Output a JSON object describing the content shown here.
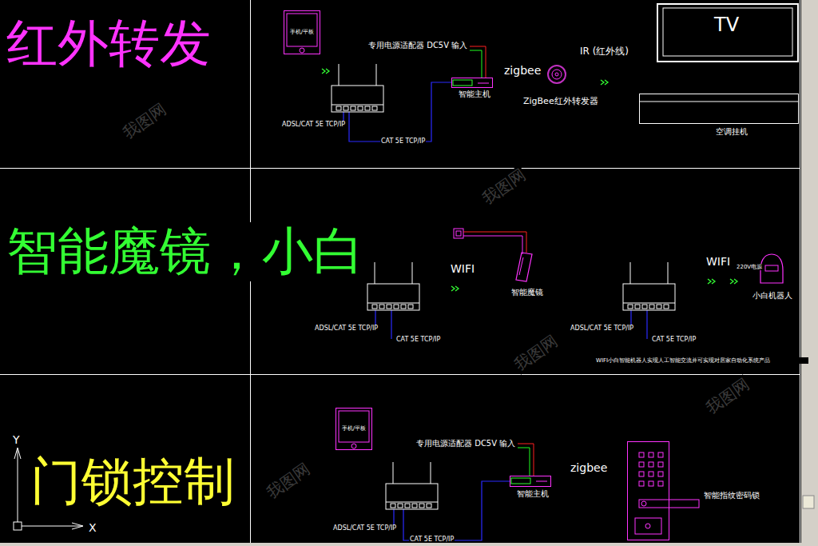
{
  "diagram": {
    "nodes": [
      {
        "text": [
          "手机/平板"
        ]
      },
      {
        "text": [
          "智能主机"
        ]
      },
      {
        "text": [
          "ZigBee红外转发器"
        ]
      },
      {
        "text": [
          "TV"
        ]
      },
      {
        "text": [
          "空调挂机"
        ]
      },
      {
        "text": [
          "智能魔镜"
        ]
      },
      {
        "text": [
          "小白机器人"
        ]
      },
      {
        "text": [
          "手机/平板"
        ]
      },
      {
        "text": [
          "智能主机"
        ]
      },
      {
        "text": [
          "智能指纹密码锁"
        ]
      }
    ],
    "labels": [
      "红外转发",
      "专用电源适配器 DC5V 输入",
      "zigbee",
      "IR (红外线)",
      "ADSL/CAT 5E TCP/IP",
      "CAT 5E TCP/IP",
      "智能魔镜，小白",
      "WIFI",
      "ADSL/CAT 5E TCP/IP",
      "CAT 5E TCP/IP",
      "WIFI",
      "220V电源",
      "ADSL/CAT 5E TCP/IP",
      "CAT 5E TCP/IP",
      "WIFI小白智能机器人实现人工智能交流并可实现对居家自动化系统产品",
      "门锁控制",
      "专用电源适配器 DC5V 输入",
      "zigbee",
      "ADSL/CAT 5E TCP/IP",
      "CAT 5E TCP/IP",
      "Y",
      "X",
      "我图网",
      "我图网",
      "我图网",
      "我图网",
      "我图网"
    ]
  }
}
